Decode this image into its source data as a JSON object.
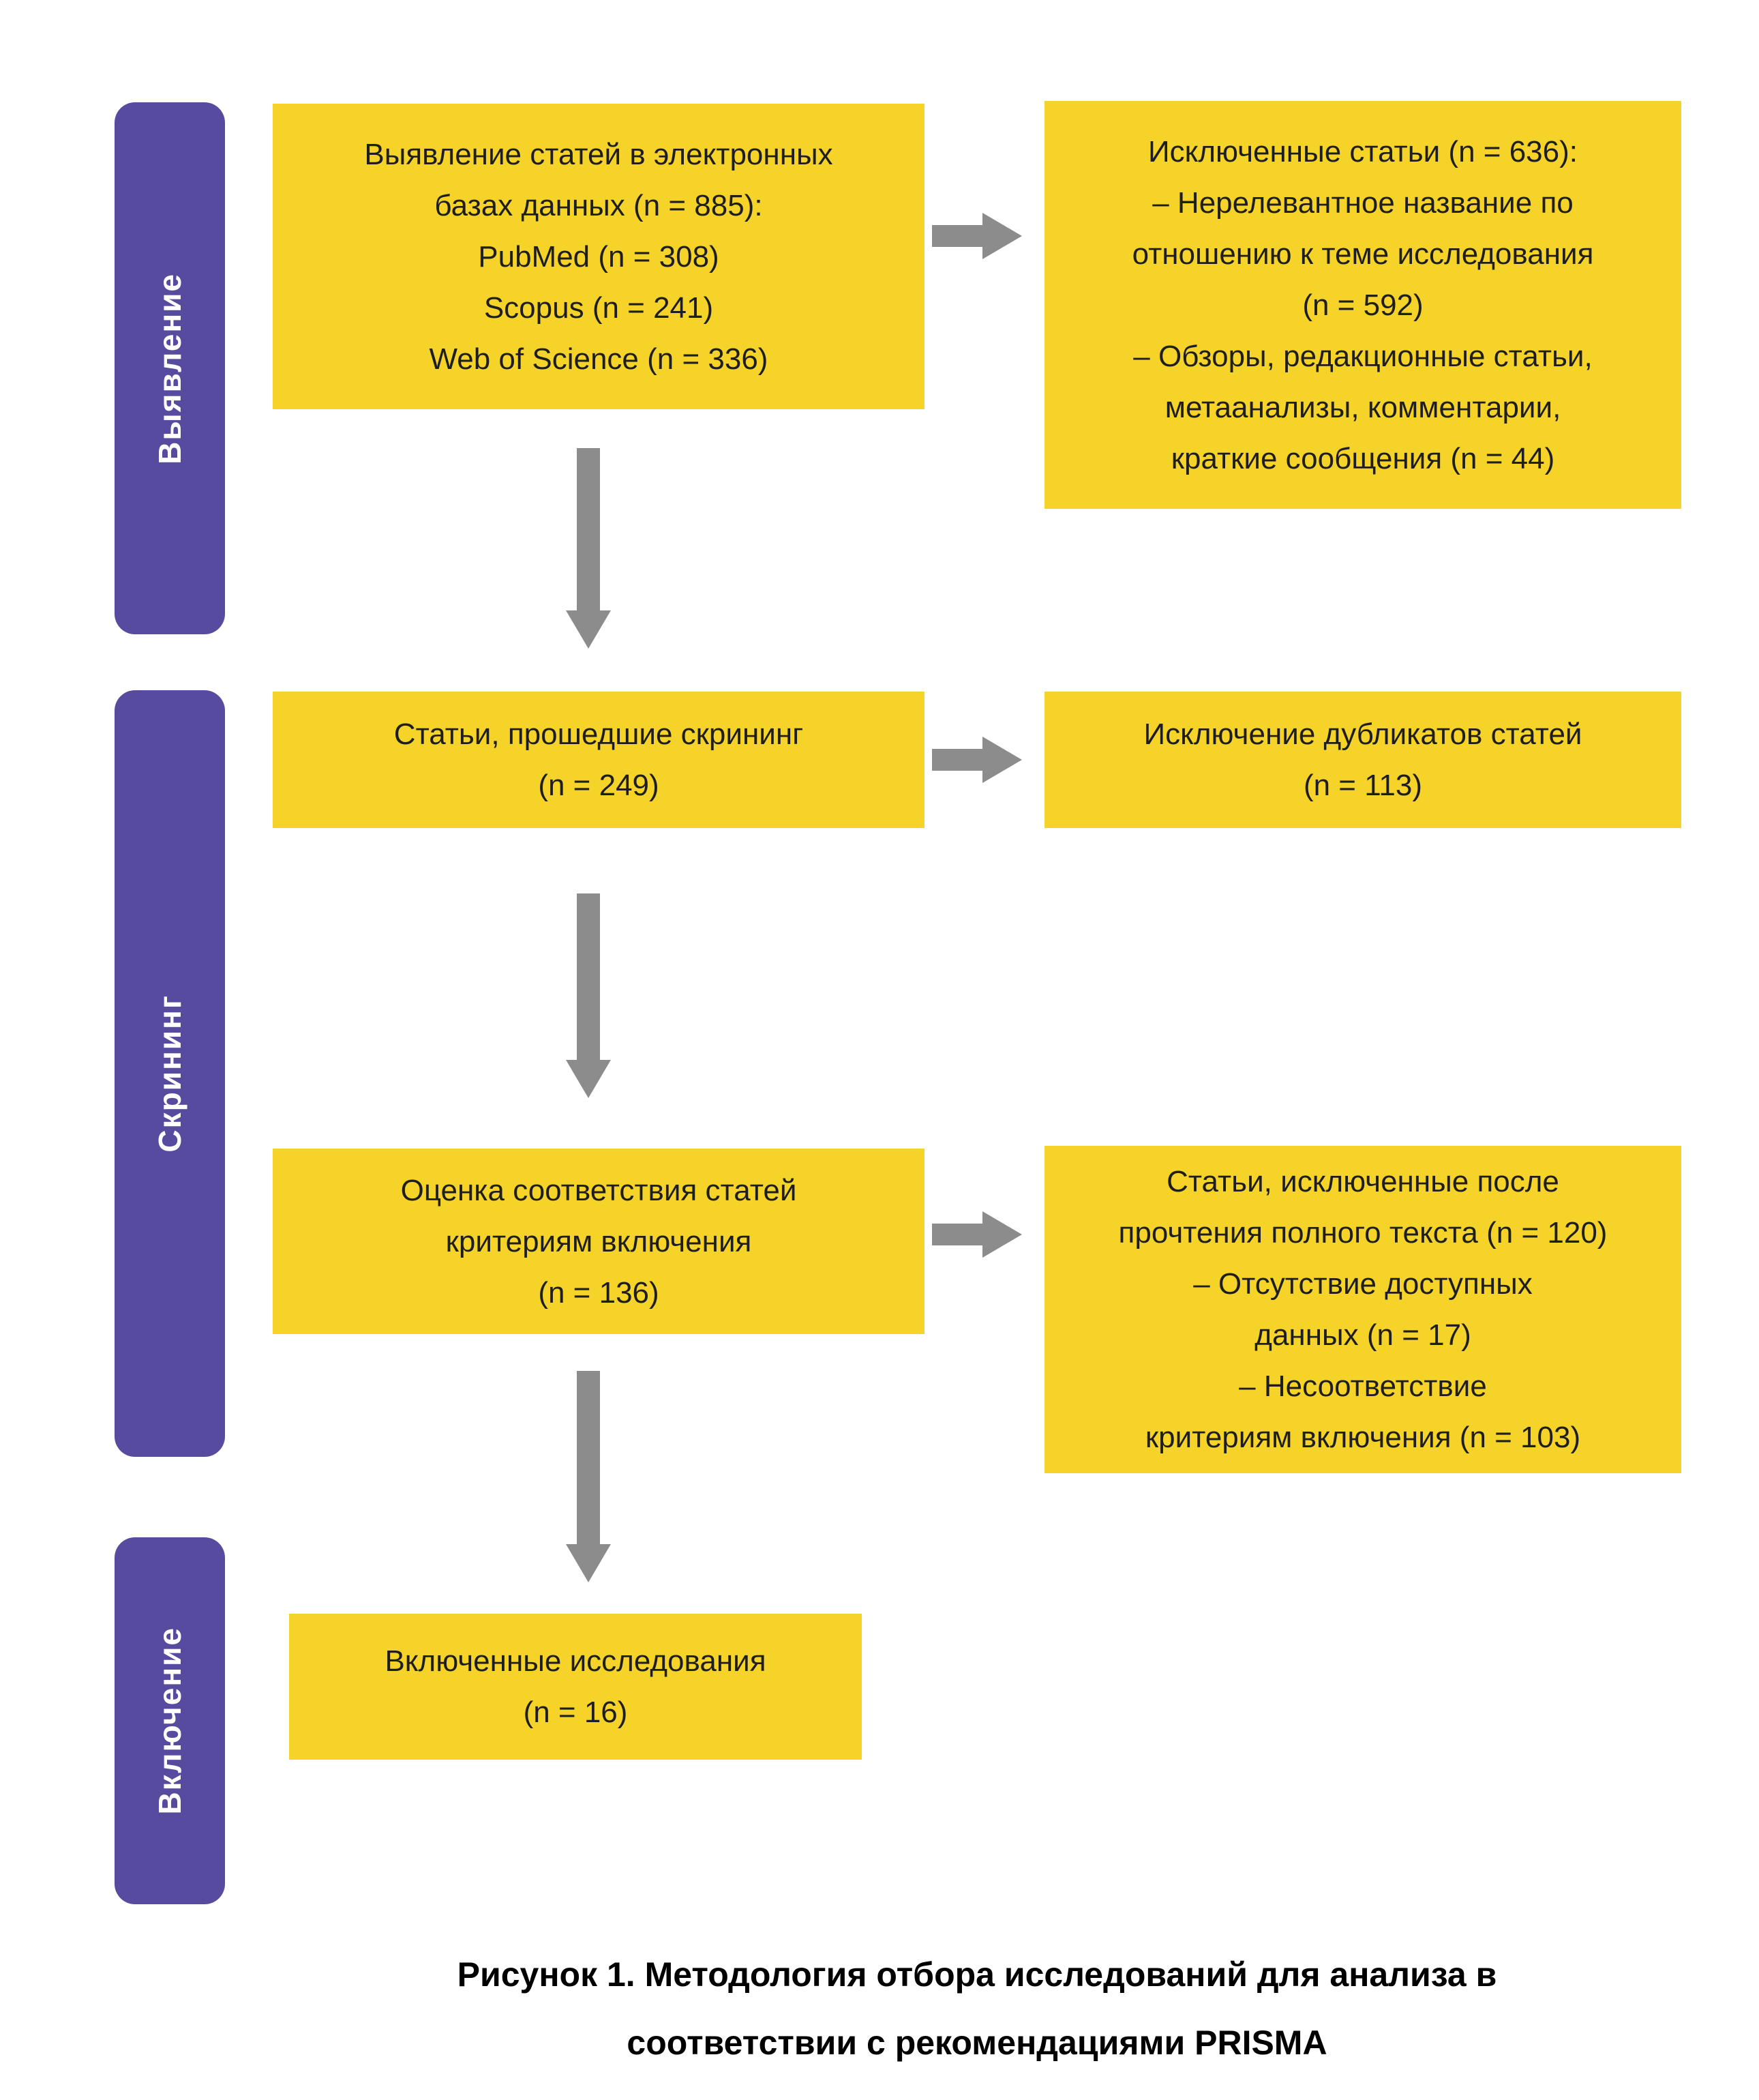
{
  "colors": {
    "stage_bar_purple": "#574B9F",
    "box_yellow": "#F5D328",
    "arrow_gray": "#8C8C8C",
    "box_text": "#1E1E1E",
    "caption_text": "#000000"
  },
  "stages": [
    {
      "label": "Выявление"
    },
    {
      "label": "Скрининг"
    },
    {
      "label": "Включение"
    }
  ],
  "boxes": {
    "identified": {
      "text": "Выявление статей в электронных\nбазах данных (n = 885):\nPubMed (n = 308)\nScopus (n = 241)\nWeb of Science (n = 336)"
    },
    "excluded_initial": {
      "text": "Исключенные статьи (n = 636):\n– Нерелевантное название по\nотношению к теме исследования\n(n = 592)\n– Обзоры, редакционные статьи,\nметаанализы, комментарии,\nкраткие сообщения (n = 44)"
    },
    "screened": {
      "text": "Статьи, прошедшие скрининг\n(n = 249)"
    },
    "duplicates_removed": {
      "text": "Исключение дубликатов статей\n(n = 113)"
    },
    "eligibility": {
      "text": "Оценка соответствия статей\nкритериям включения\n(n = 136)"
    },
    "excluded_fulltext": {
      "text": "Статьи, исключенные после\nпрочтения полного текста (n = 120)\n– Отсутствие доступных\nданных (n = 17)\n– Несоответствие\nкритериям включения (n = 103)"
    },
    "included": {
      "text": "Включенные исследования\n(n = 16)"
    }
  },
  "caption": "Рисунок 1. Методология отбора исследований для анализа в\nсоответствии с рекомендациями PRISMA"
}
